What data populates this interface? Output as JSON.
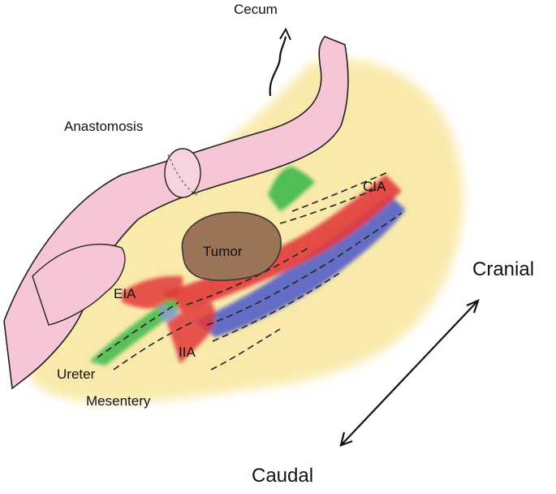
{
  "labels": {
    "cecum": "Cecum",
    "anastomosis": "Anastomosis",
    "cia": "CIA",
    "tumor": "Tumor",
    "eia": "EIA",
    "iia": "IIA",
    "ureter": "Ureter",
    "mesentery": "Mesentery",
    "cranial": "Cranial",
    "caudal": "Caudal"
  },
  "colors": {
    "mesentery": "#f9e9a8",
    "bowel": "#f6c6d6",
    "tumor": "#9b7458",
    "artery": "#e23b3b",
    "vein": "#4a58c8",
    "ureter": "#3fb84c"
  }
}
